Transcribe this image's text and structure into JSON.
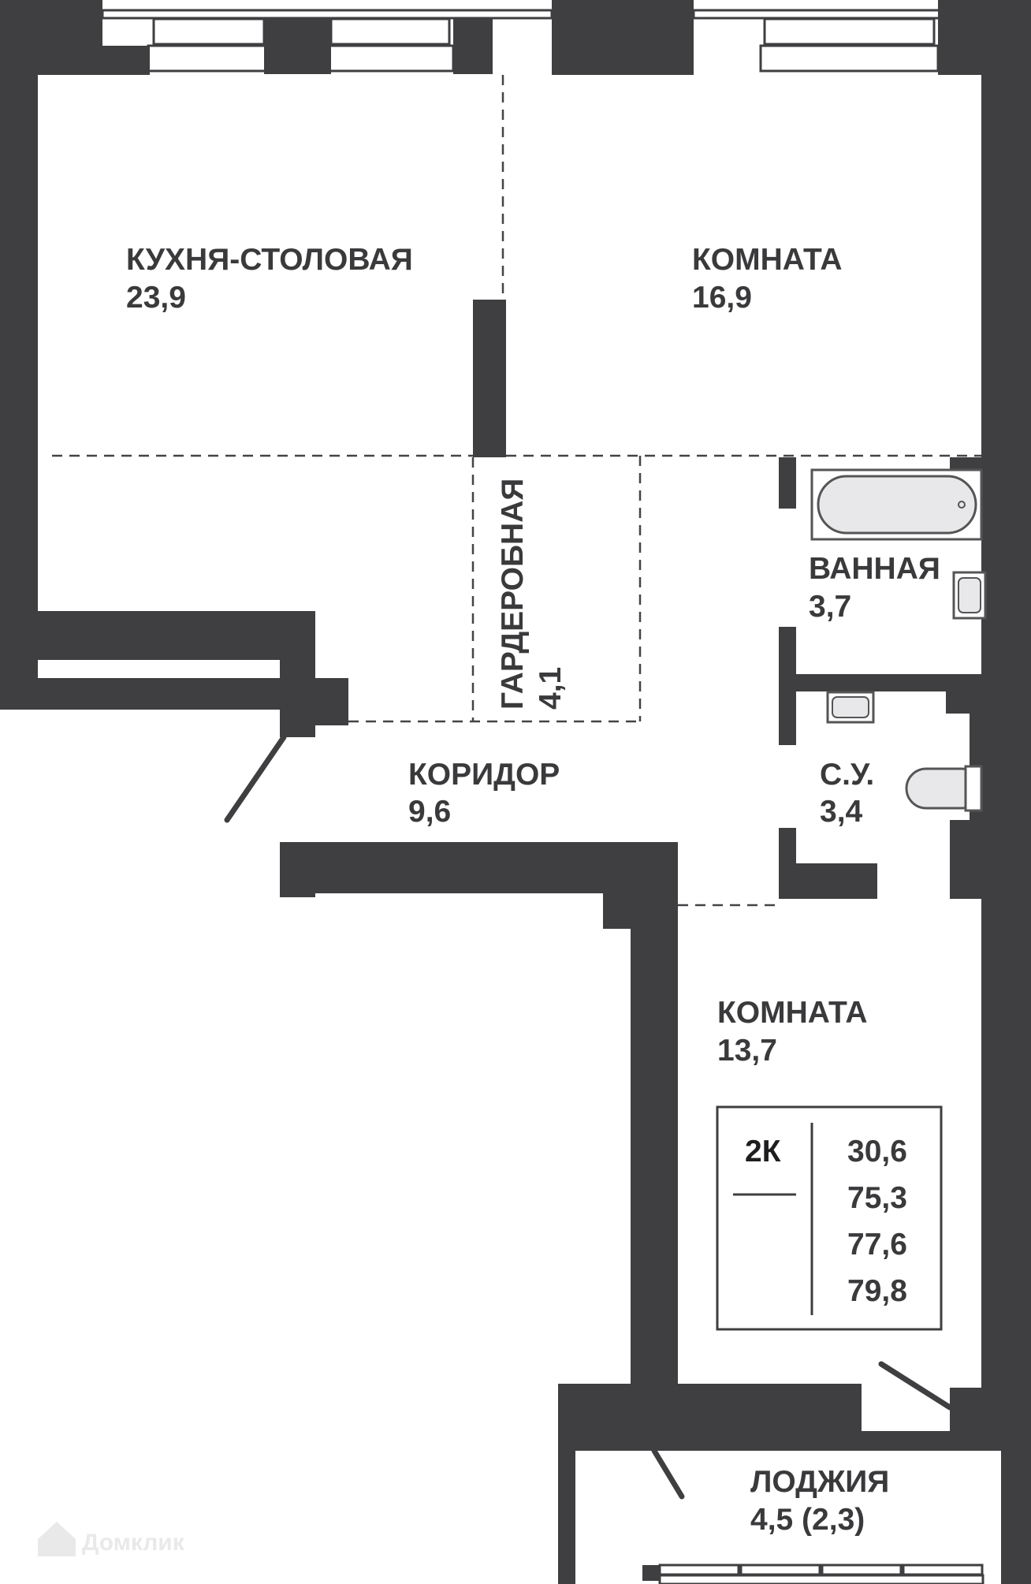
{
  "rooms": {
    "kitchen": {
      "name": "КУХНЯ-СТОЛОВАЯ",
      "area": "23,9"
    },
    "room1": {
      "name": "КОМНАТА",
      "area": "16,9"
    },
    "wardrobe": {
      "name": "ГАРДЕРОБНАЯ",
      "area": "4,1"
    },
    "bathroom": {
      "name": "ВАННАЯ",
      "area": "3,7"
    },
    "corridor": {
      "name": "КОРИДОР",
      "area": "9,6"
    },
    "wc": {
      "name": "С.У.",
      "area": "3,4"
    },
    "room2": {
      "name": "КОМНАТА",
      "area": "13,7"
    },
    "loggia": {
      "name": "ЛОДЖИЯ",
      "area": "4,5 (2,3)"
    }
  },
  "summary": {
    "type": "2К",
    "values": [
      "30,6",
      "75,3",
      "77,6",
      "79,8"
    ]
  },
  "watermark": "Домклик",
  "colors": {
    "wall": "#3f3f42",
    "text": "#3a3a3c",
    "background": "#ffffff"
  }
}
